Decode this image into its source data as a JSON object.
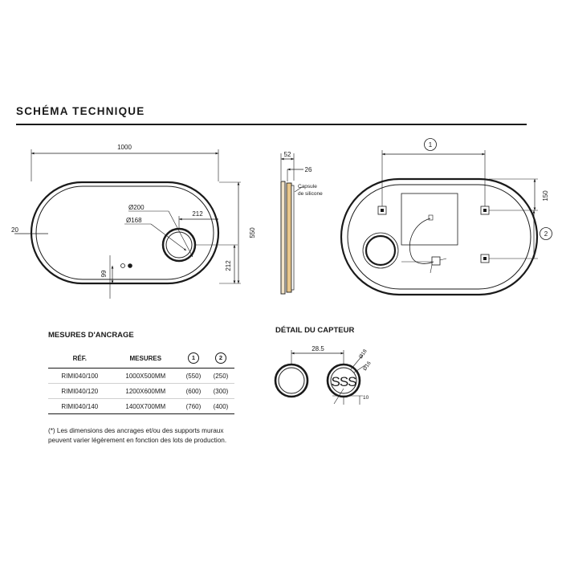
{
  "title": "SCHÉMA TECHNIQUE",
  "front_view": {
    "width": "1000",
    "height": "550",
    "inset": "20",
    "outer_sensor": "Ø200",
    "inner_sensor": "Ø168",
    "sensor_offset_x": "212",
    "sensor_offset_y": "212",
    "button_height": "99"
  },
  "side_view": {
    "depth": "52",
    "panel": "26",
    "note_line1": "Capsule",
    "note_line2": "de silicone"
  },
  "back_view": {
    "marker_1": "1",
    "marker_2": "2",
    "anchor_offset": "150"
  },
  "anchorage": {
    "title": "MESURES D'ANCRAGE",
    "headers": [
      "RÉF.",
      "MESURES",
      "1",
      "2"
    ],
    "rows": [
      [
        "RIMI040/100",
        "1000X500MM",
        "(550)",
        "(250)"
      ],
      [
        "RIMI040/120",
        "1200X600MM",
        "(600)",
        "(300)"
      ],
      [
        "RIMI040/140",
        "1400X700MM",
        "(760)",
        "(400)"
      ]
    ]
  },
  "sensor_detail": {
    "title": "DÉTAIL DU CAPTEUR",
    "width": "28.5",
    "outer": "Ø18",
    "inner": "Ø16",
    "depth": "10",
    "glyph": "SSS"
  },
  "note": "(*) Les dimensions des ancrages et/ou des supports muraux peuvent varier légèrement en fonction des lots de production."
}
